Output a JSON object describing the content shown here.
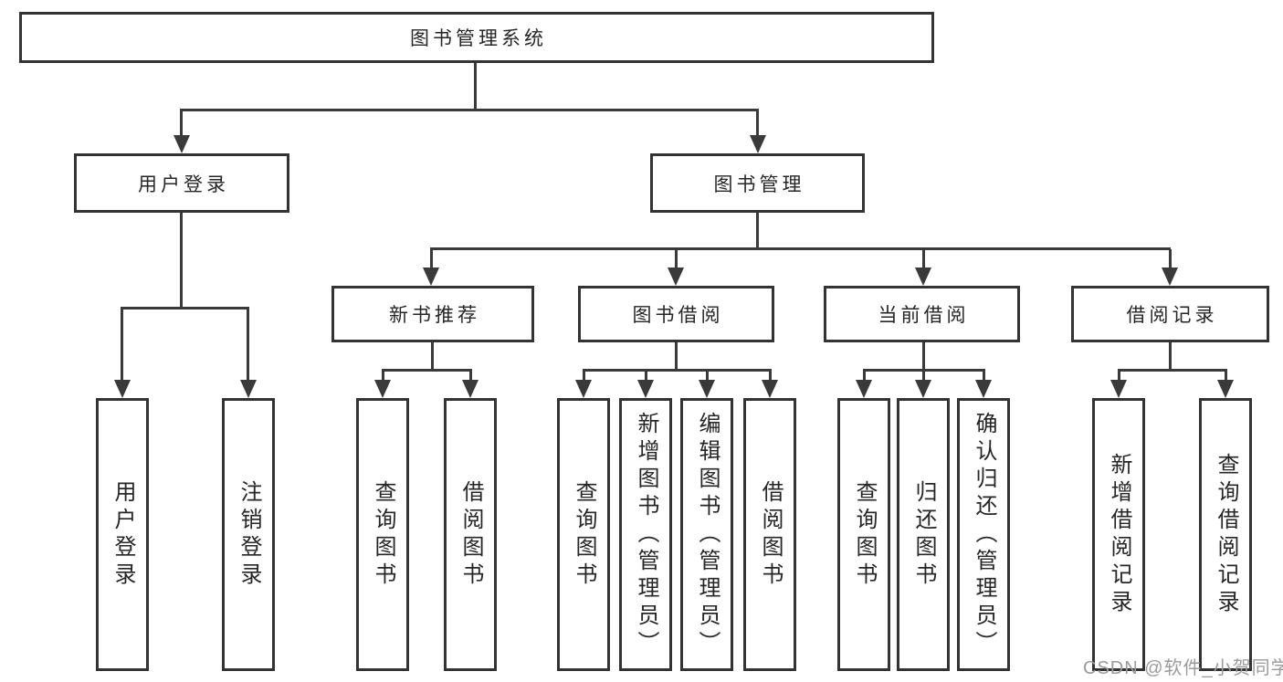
{
  "root": {
    "label": "图书管理系统"
  },
  "level2": {
    "user_login": {
      "label": "用户登录"
    },
    "book_mgmt": {
      "label": "图书管理"
    }
  },
  "level3": {
    "new_book_rec": {
      "label": "新书推荐"
    },
    "book_borrow": {
      "label": "图书借阅"
    },
    "current_borrow": {
      "label": "当前借阅"
    },
    "borrow_record": {
      "label": "借阅记录"
    }
  },
  "leaves": {
    "user_login": [
      "用户登录",
      "注销登录"
    ],
    "new_book_rec": [
      "查询图书",
      "借阅图书"
    ],
    "book_borrow": [
      "查询图书",
      "新增图书（管理员）",
      "编辑图书（管理员）",
      "借阅图书"
    ],
    "current_borrow": [
      "查询图书",
      "归还图书",
      "确认归还（管理员）"
    ],
    "borrow_record": [
      "新增借阅记录",
      "查询借阅记录"
    ]
  },
  "watermark": "CSDN @软件_小贺同学",
  "colors": {
    "line": "#3a3a3a",
    "box_border": "#333333",
    "box_fill": "#ffffff",
    "text": "#262626",
    "watermark": "#9b9b9b"
  }
}
